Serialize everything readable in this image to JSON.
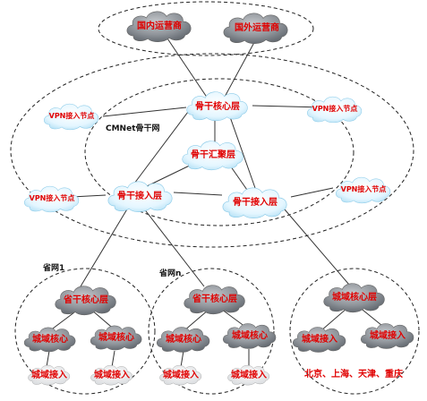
{
  "operators": {
    "domestic": "国内运营商",
    "foreign": "国外运营商"
  },
  "backbone": {
    "name": "CMNet骨干网",
    "core": "骨干核心层",
    "aggregation": "骨干汇聚层",
    "access_left": "骨干接入层",
    "access_right": "骨干接入层"
  },
  "vpn_nodes": {
    "top_left": "VPN接入节点",
    "top_right": "VPN接入节点",
    "mid_left": "VPN接入节点",
    "mid_right": "VPN接入节点"
  },
  "province1": {
    "label": "省网1",
    "core": "省干核心层",
    "city_core_a": "城域核心",
    "city_core_b": "城域核心",
    "city_access_a": "城域接入",
    "city_access_b": "城域接入"
  },
  "province_n": {
    "label": "省网n",
    "core": "省干核心层",
    "city_core_a": "城域核心",
    "city_core_b": "城域核心",
    "city_access_a": "城域接入",
    "city_access_b": "城域接入"
  },
  "municipal": {
    "core": "城域核心层",
    "access_a": "城域接入",
    "access_b": "城域接入",
    "cities": "北京、上海、天津、重庆"
  },
  "colors": {
    "cloud_light": "#dff3ff",
    "cloud_gray": "#8a8f96",
    "label_red": "#e00000"
  }
}
